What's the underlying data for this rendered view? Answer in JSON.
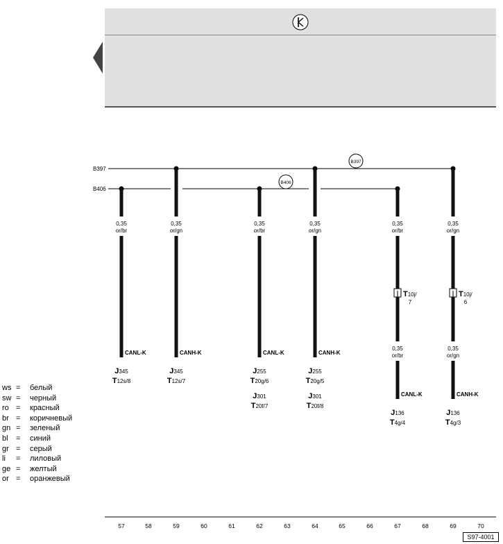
{
  "buses": [
    {
      "label": "B397",
      "connector": "B397"
    },
    {
      "label": "B406",
      "connector": "B406"
    }
  ],
  "wires": [
    {
      "column": "57",
      "bus": "B406",
      "top_size": "0,35",
      "top_color": "or/br",
      "signal": "CANL-K",
      "components": [
        {
          "name": "J",
          "sub": "345"
        }
      ],
      "terminals": [
        {
          "name": "T",
          "sub": "12s/8"
        }
      ]
    },
    {
      "column": "59",
      "bus": "B397",
      "top_size": "0,35",
      "top_color": "or/gn",
      "signal": "CANH-K",
      "components": [
        {
          "name": "J",
          "sub": "345"
        }
      ],
      "terminals": [
        {
          "name": "T",
          "sub": "12s/7"
        }
      ]
    },
    {
      "column": "62",
      "bus": "B406",
      "top_size": "0,35",
      "top_color": "or/br",
      "signal": "CANL-K",
      "components": [
        {
          "name": "J",
          "sub": "255"
        },
        {
          "name": "J",
          "sub": "301"
        }
      ],
      "terminals": [
        {
          "name": "T",
          "sub": "20g/6"
        },
        {
          "name": "T",
          "sub": "20f/7"
        }
      ]
    },
    {
      "column": "64",
      "bus": "B397",
      "top_size": "0,35",
      "top_color": "or/gn",
      "signal": "CANH-K",
      "components": [
        {
          "name": "J",
          "sub": "255"
        },
        {
          "name": "J",
          "sub": "301"
        }
      ],
      "terminals": [
        {
          "name": "T",
          "sub": "20g/5"
        },
        {
          "name": "T",
          "sub": "20f/8"
        }
      ]
    },
    {
      "column": "67",
      "bus": "B406",
      "top_size": "0,35",
      "top_color": "or/br",
      "signal": "CANL-K",
      "connector": {
        "name": "T",
        "sub": "10j/",
        "pin": "7"
      },
      "bottom_size": "0,35",
      "bottom_color": "or/br",
      "components": [
        {
          "name": "J",
          "sub": "136"
        }
      ],
      "terminals": [
        {
          "name": "T",
          "sub": "4g/4"
        }
      ]
    },
    {
      "column": "69",
      "bus": "B397",
      "top_size": "0,35",
      "top_color": "or/gn",
      "signal": "CANH-K",
      "connector": {
        "name": "T",
        "sub": "10j/",
        "pin": "6"
      },
      "bottom_size": "0,35",
      "bottom_color": "or/gn",
      "components": [
        {
          "name": "J",
          "sub": "136"
        }
      ],
      "terminals": [
        {
          "name": "T",
          "sub": "4g/3"
        }
      ]
    }
  ],
  "columns": [
    "57",
    "58",
    "59",
    "60",
    "61",
    "62",
    "63",
    "64",
    "65",
    "66",
    "67",
    "68",
    "69",
    "70"
  ],
  "legend": [
    {
      "code": "ws",
      "eq": "=",
      "name": "белый"
    },
    {
      "code": "sw",
      "eq": "=",
      "name": "черный"
    },
    {
      "code": "ro",
      "eq": "=",
      "name": "красный"
    },
    {
      "code": "br",
      "eq": "=",
      "name": "коричневый"
    },
    {
      "code": "gn",
      "eq": "=",
      "name": "зеленый"
    },
    {
      "code": "bl",
      "eq": "=",
      "name": "синий"
    },
    {
      "code": "gr",
      "eq": "=",
      "name": "серый"
    },
    {
      "code": "li",
      "eq": "=",
      "name": "лиловый"
    },
    {
      "code": "ge",
      "eq": "=",
      "name": "желтый"
    },
    {
      "code": "or",
      "eq": "=",
      "name": "оранжевый"
    }
  ],
  "header": {
    "symbol": "K-symbol-icon"
  },
  "doc_id": "S97-4001",
  "colors": {
    "header_band": "#e0e0e0",
    "wire": "#111111",
    "line": "#000000"
  }
}
